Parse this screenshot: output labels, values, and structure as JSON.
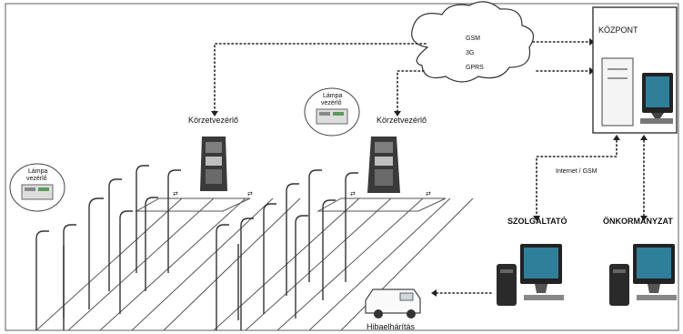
{
  "network": {
    "lines": [
      "GSM",
      "3G",
      "GPRS"
    ]
  },
  "center": {
    "title": "KÖZPONT"
  },
  "link_label": "Internet / GSM",
  "provider": {
    "title": "SZOLGÁLTATÓ"
  },
  "municipality": {
    "title": "ÖNKORMÁNYZAT"
  },
  "district_controller": {
    "label": "Körzetvezérlő"
  },
  "lamp_controller": {
    "line1": "Lámpa",
    "line2": "vezérlő"
  },
  "repair": {
    "label": "Hibaelhárítás"
  },
  "colors": {
    "monitor_screen": "#2f7f9a",
    "cabinet": "#333333"
  }
}
